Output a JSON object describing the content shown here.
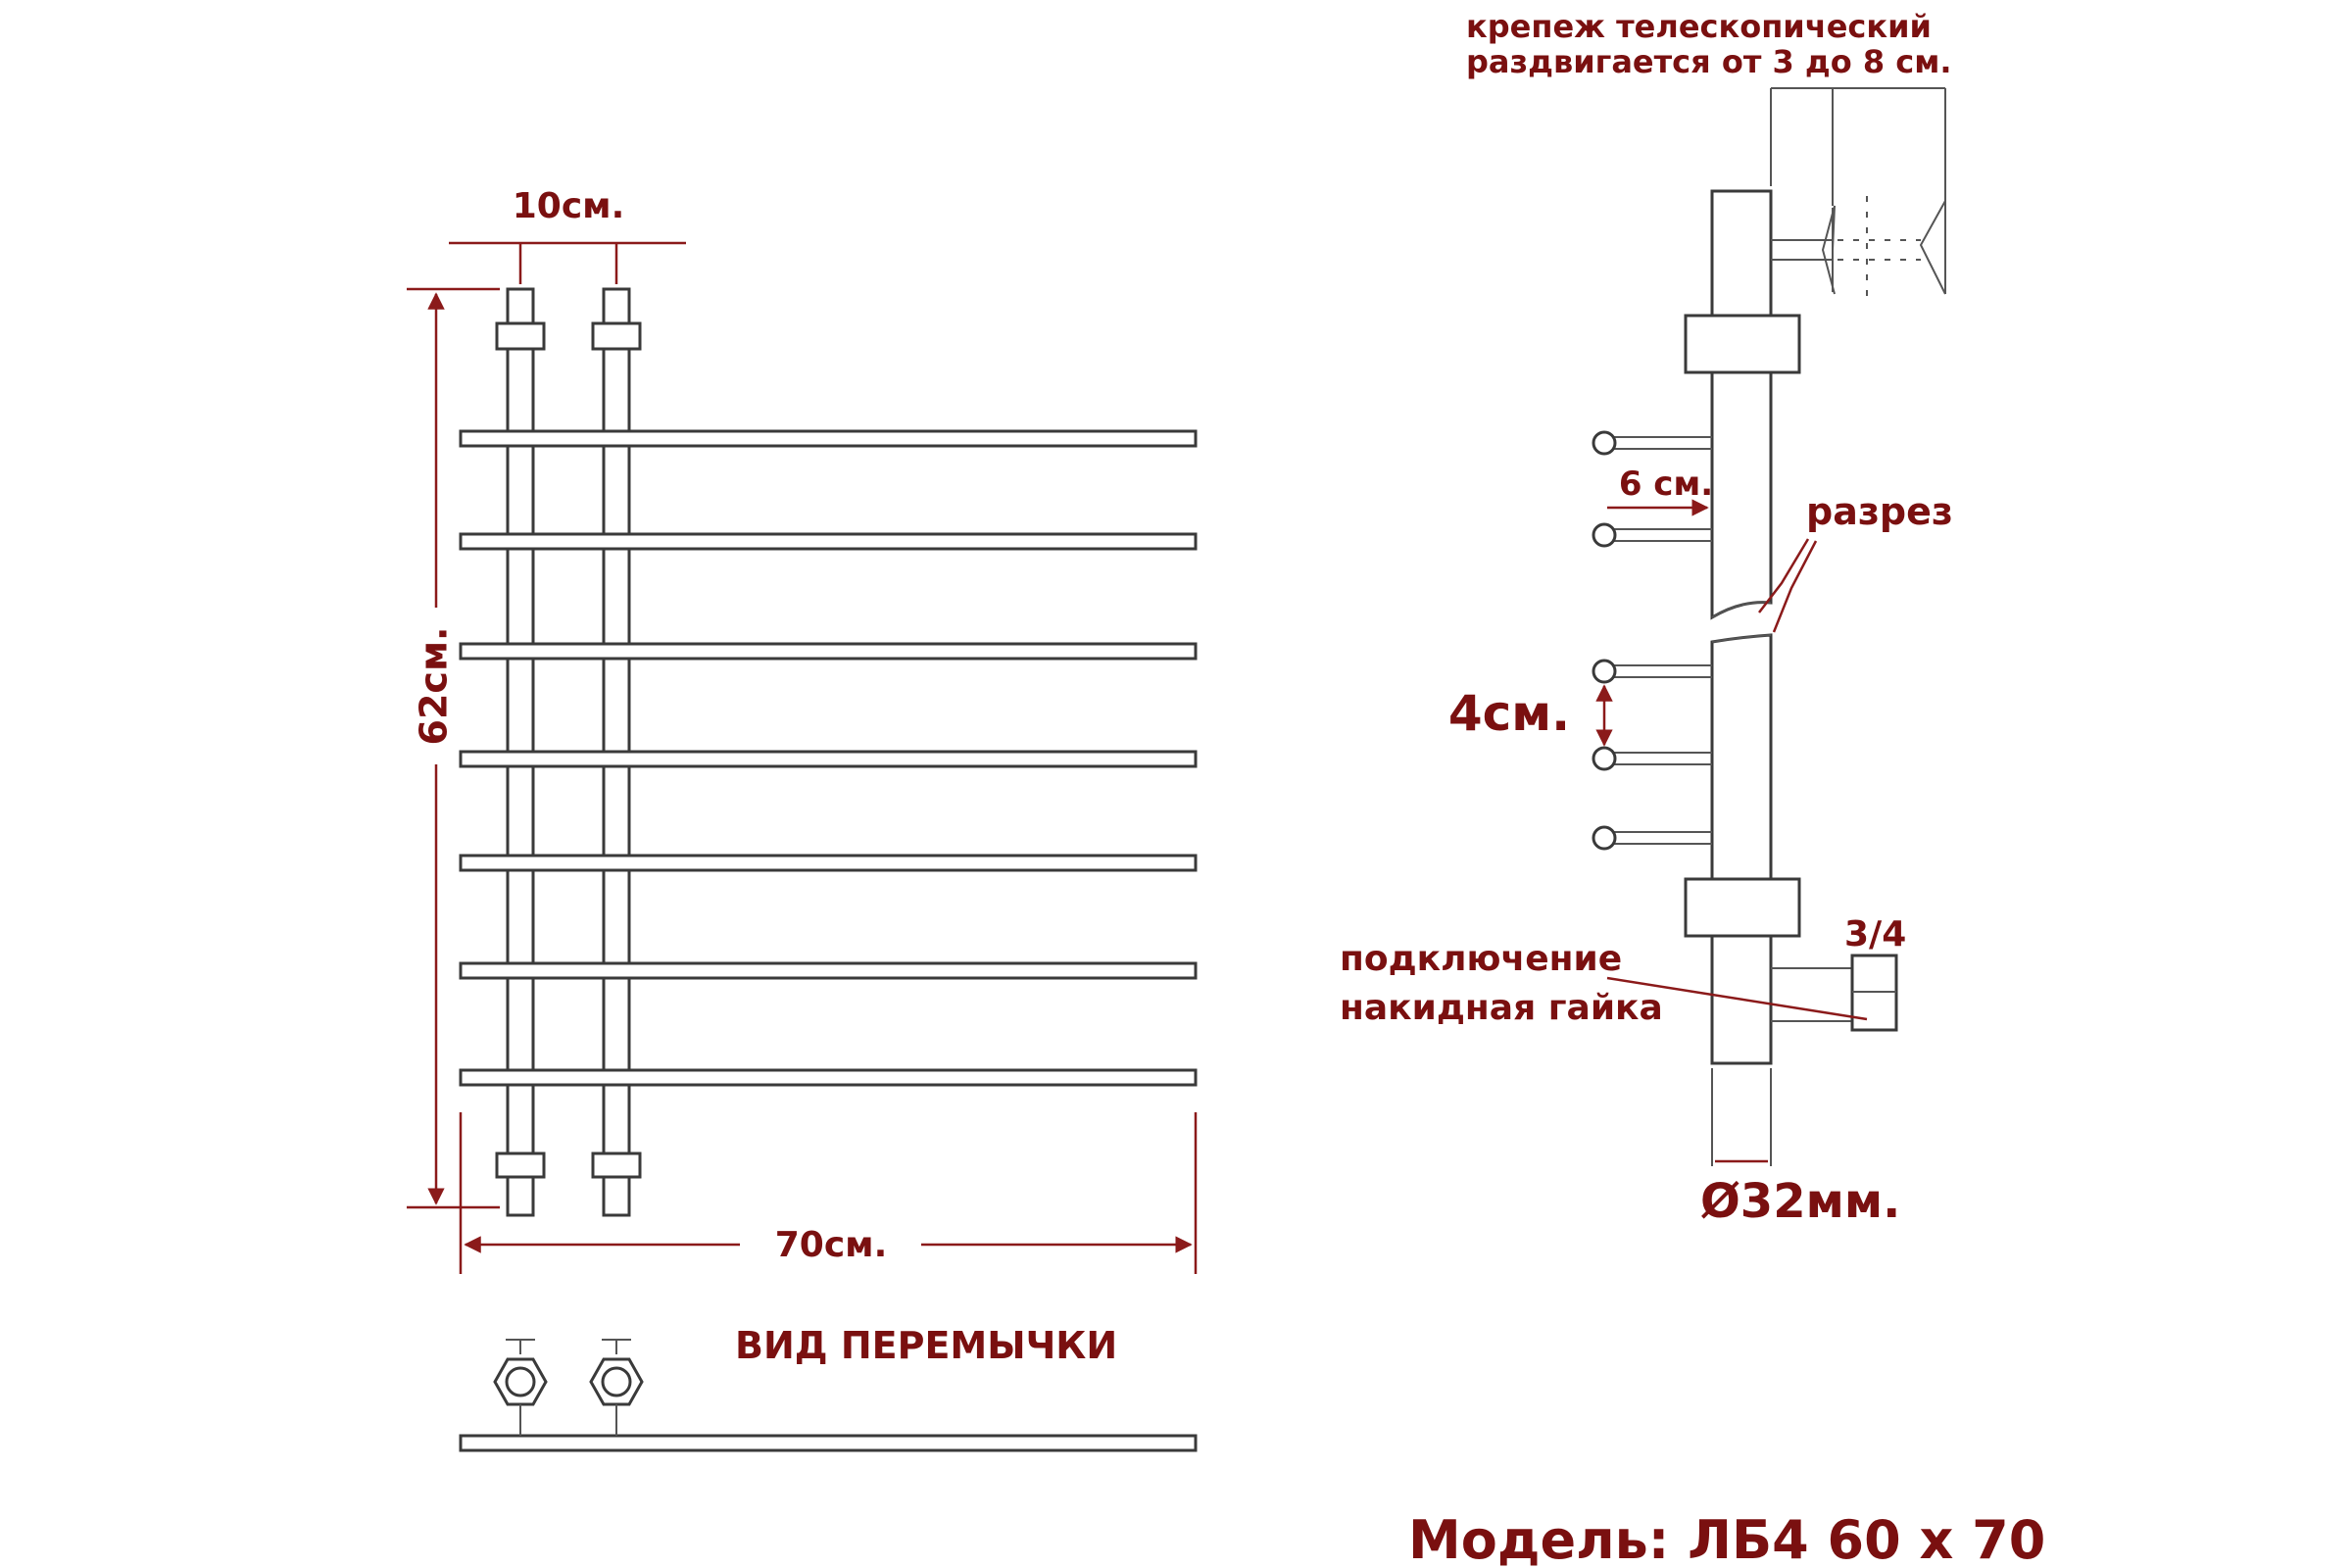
{
  "labels": {
    "bracket_line1": "крепеж телескопический",
    "bracket_line2": "раздвигается от 3 до 8 см.",
    "spacing_10": "10см.",
    "height_62": "62см.",
    "width_70": "70см.",
    "spacing_6": "6 см.",
    "section": "разрез",
    "spacing_4": "4см.",
    "thread": "3/4",
    "connection_line1": "подключение",
    "connection_line2": "накидная гайка",
    "diameter": "Ø32мм.",
    "jumper_view": "ВИД ПЕРЕМЫЧКИ",
    "model": "Модель: ЛБ4 60 х 70"
  },
  "colors": {
    "annotation": "#7a1010",
    "dimension_line": "#8b1a1a",
    "pipe_outline": "#3a3a3a"
  }
}
